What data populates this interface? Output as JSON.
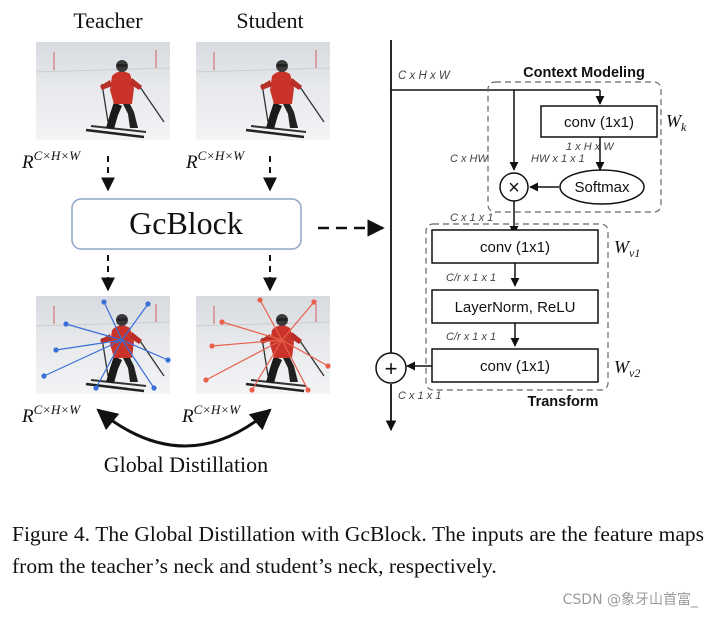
{
  "left": {
    "teacher_label": "Teacher",
    "student_label": "Student",
    "tensor_label_base": "R",
    "tensor_label_sup": "C×H×W",
    "gcblock_label": "GcBlock",
    "global_distillation_label": "Global Distillation"
  },
  "right": {
    "input_dims": "C x H x W",
    "context_modeling_title": "Context Modeling",
    "conv_label": "conv (1x1)",
    "wk_label": "W",
    "wk_sub": "k",
    "dim_1xhxw": "1 x H x W",
    "dim_hwx1x1": "HW x 1 x 1",
    "dim_cxhw": "C x HW",
    "softmax_label": "Softmax",
    "dim_cx1x1_top": "C x 1 x 1",
    "wv1_label": "W",
    "wv1_sub": "v1",
    "dim_crx1x1_a": "C/r x 1 x 1",
    "layernorm_label": "LayerNorm, ReLU",
    "dim_crx1x1_b": "C/r x 1 x 1",
    "wv2_label": "W",
    "wv2_sub": "v2",
    "dim_cx1x1_bottom": "C x 1 x 1",
    "transform_title": "Transform",
    "multiply_symbol": "×",
    "add_symbol": "+"
  },
  "caption": "Figure 4. The Global Distillation with GcBlock. The inputs are the feature maps from the teacher’s neck and student’s neck, respectively.",
  "watermark": "CSDN @象牙山首富_",
  "colors": {
    "teacher_lines": "#3a6fd8",
    "student_lines": "#e8604c",
    "gcblock_border": "#8fa6c9"
  }
}
